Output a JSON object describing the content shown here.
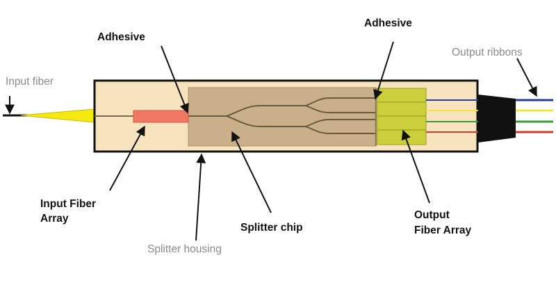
{
  "labels": {
    "adhesive_left": "Adhesive",
    "adhesive_right": "Adhesive",
    "input_fiber": "Input fiber",
    "output_ribbons": "Output ribbons",
    "input_fiber_array_line1": "Input Fiber",
    "input_fiber_array_line2": "Array",
    "splitter_chip": "Splitter chip",
    "splitter_housing": "Splitter housing",
    "output_fiber_array_line1": "Output",
    "output_fiber_array_line2": "Fiber Array"
  },
  "colors": {
    "housing_fill": "#f8e3bf",
    "chip_fill": "#c9b08a",
    "input_array_fill": "#f07862",
    "output_array_fill": "#cbcf3c",
    "input_fiber_boot": "#f5ea10",
    "output_boot": "#111111",
    "ribbon_colors": [
      "#2a3a9a",
      "#f2e43a",
      "#3a9a3a",
      "#d03a2a"
    ]
  }
}
